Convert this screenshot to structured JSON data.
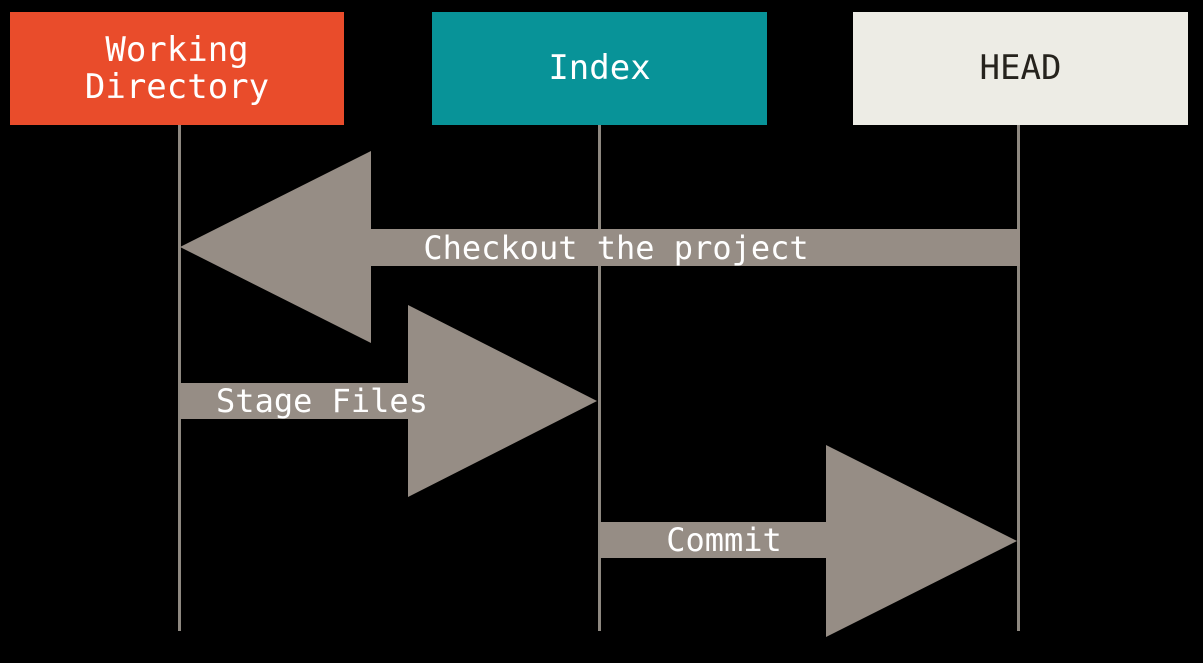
{
  "diagram": {
    "title": "git commit workflow sequence diagram",
    "boxes": [
      {
        "id": "working-directory",
        "label": "Working Directory"
      },
      {
        "id": "index",
        "label": "Index"
      },
      {
        "id": "head",
        "label": "HEAD"
      }
    ],
    "arrows": [
      {
        "id": "checkout",
        "label": "Checkout the project",
        "from": "HEAD",
        "to": "Working Directory",
        "direction": "left"
      },
      {
        "id": "stage",
        "label": "Stage Files",
        "from": "Working Directory",
        "to": "Index",
        "direction": "right"
      },
      {
        "id": "commit",
        "label": "Commit",
        "from": "Index",
        "to": "HEAD",
        "direction": "right"
      }
    ]
  },
  "colors": {
    "background": "#000000",
    "working-directory-fill": "#E94C2B",
    "index-fill": "#089398",
    "head-fill": "#EDECE5",
    "head-text": "#26231D",
    "box-text": "#FFFFFF",
    "arrow-fill": "#968D85",
    "arrow-text": "#FFFFFF",
    "line": "#8E8880"
  }
}
